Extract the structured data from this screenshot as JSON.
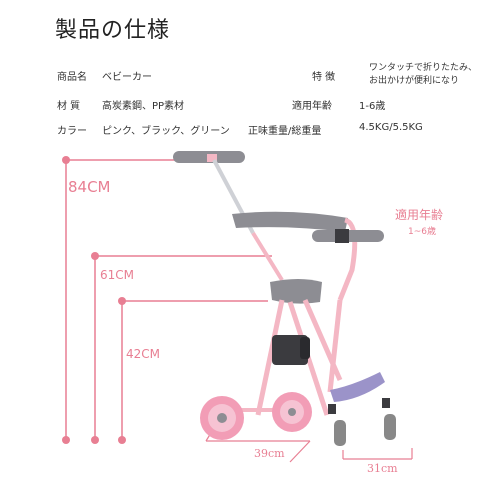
{
  "title": "製品の仕様",
  "specs_left": [
    {
      "label": "商品名",
      "value": "ベビーカー"
    },
    {
      "label": "材 質",
      "value": "高炭素鋼、PP素材"
    },
    {
      "label": "カラー",
      "value": "ピンク、ブラック、グリーン"
    }
  ],
  "specs_right": [
    {
      "label": "特 徴",
      "value_line1": "ワンタッチで折りたたみ、",
      "value_line2": "お出かけが便利になり"
    },
    {
      "label": "適用年齢",
      "value": "1-6歳"
    },
    {
      "label": "正味重量/総重量",
      "value": "4.5KG/5.5KG"
    }
  ],
  "dimensions": {
    "height_total": "84CM",
    "seat_height": "61CM",
    "footrest_height": "42CM",
    "rear_width": "39cm",
    "front_width": "31cm"
  },
  "age_callout": {
    "label": "適用年齢",
    "range": "1~6歳"
  },
  "colors": {
    "accent_pink": "#e87f93",
    "frame_pink": "#f4b7c4",
    "gray": "#8d8d93"
  }
}
